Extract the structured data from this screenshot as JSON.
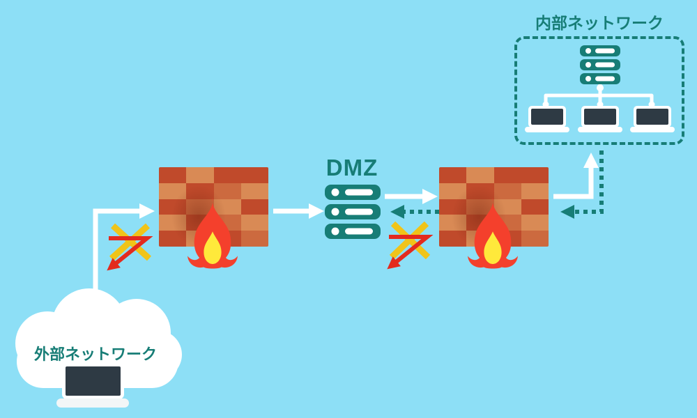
{
  "labels": {
    "dmz": "DMZ",
    "internal_network": "内部ネットワーク",
    "external_network": "外部ネットワーク"
  },
  "colors": {
    "background": "#8DDFF6",
    "teal": "#177D76",
    "white": "#FFFFFF",
    "blocked_red": "#E32A1E",
    "blocked_yellow": "#F0C419",
    "flame_red": "#F4402C",
    "flame_yellow": "#FFE93B",
    "laptop_screen": "#2E3A44",
    "laptop_base": "#F2F6F7"
  },
  "firewall": {
    "palette": [
      "#C04A2B",
      "#CC6A3F",
      "#D98A55"
    ],
    "pattern": [
      [
        0,
        2,
        0,
        0
      ],
      [
        2,
        0,
        1,
        2
      ],
      [
        0,
        1,
        2,
        0
      ],
      [
        2,
        0,
        1,
        2
      ],
      [
        0,
        2,
        0,
        1
      ]
    ]
  },
  "internal_network": {
    "laptop_count": 3
  },
  "icons": {
    "cloud": "white-blob-shape",
    "firewall": "brick-wall",
    "flame": "red-yellow-fire",
    "server": "teal-rack-3-units",
    "laptop": "dark-screen-white-base",
    "allowed_arrow": "solid-white",
    "return_arrow": "dashed-teal",
    "blocked_arrow": "red-bounce-arrow-with-yellow-x"
  }
}
